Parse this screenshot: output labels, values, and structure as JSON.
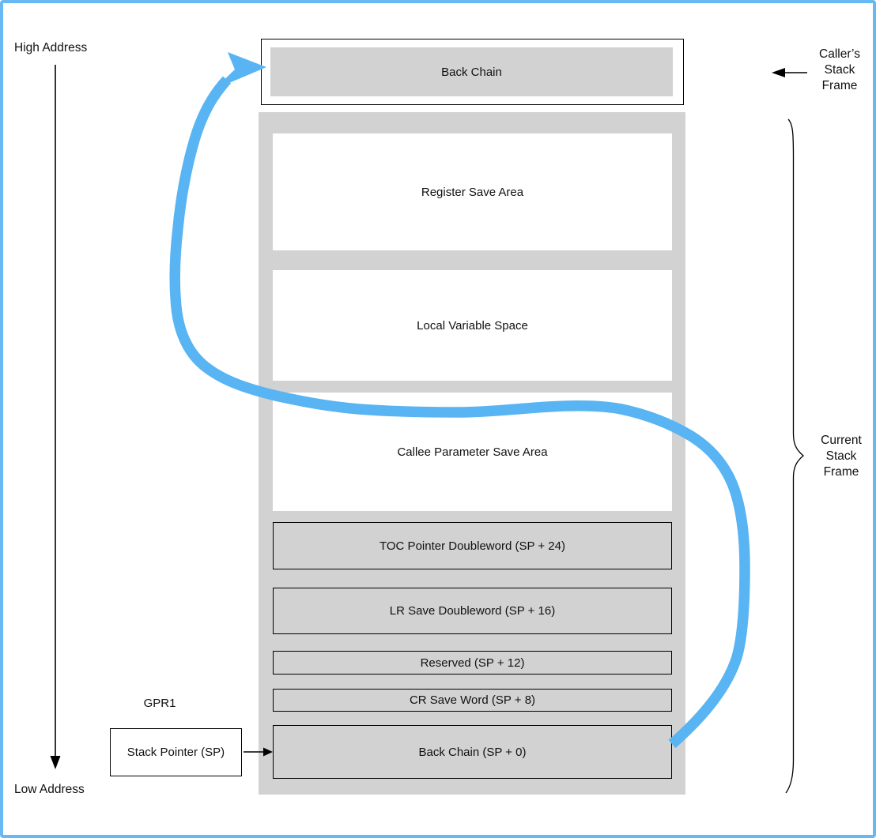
{
  "palette": {
    "page_border_blue": "#66b9f2",
    "arrow_blue": "#58b4f2",
    "box_gray": "#d2d2d2",
    "line_black": "#000000"
  },
  "address_axis": {
    "high_label": "High Address",
    "low_label": "Low Address"
  },
  "caller_frame": {
    "box_label": "Back Chain",
    "side_label_lines": [
      "Caller’s",
      "Stack",
      "Frame"
    ]
  },
  "current_frame": {
    "side_label_lines": [
      "Current",
      "Stack",
      "Frame"
    ],
    "rows": [
      {
        "label": "Register Save Area",
        "style": "plain"
      },
      {
        "label": "Local Variable Space",
        "style": "plain"
      },
      {
        "label": "Callee Parameter Save Area",
        "style": "plain"
      },
      {
        "label": "TOC Pointer Doubleword (SP + 24)",
        "style": "outlined"
      },
      {
        "label": "LR Save Doubleword (SP + 16)",
        "style": "outlined"
      },
      {
        "label": "Reserved (SP + 12)",
        "style": "outlined"
      },
      {
        "label": "CR Save Word (SP + 8)",
        "style": "outlined"
      },
      {
        "label": "Back Chain (SP + 0)",
        "style": "outlined"
      }
    ]
  },
  "stack_pointer": {
    "register_label": "GPR1",
    "box_label": "Stack Pointer (SP)"
  },
  "icons": {
    "blue_back_chain_loop": "curved-arrow-icon",
    "address_direction": "down-arrow-icon",
    "caller_pointer": "left-arrow-icon",
    "sp_pointer": "right-arrow-icon",
    "current_frame_grouping": "curly-brace-icon"
  }
}
